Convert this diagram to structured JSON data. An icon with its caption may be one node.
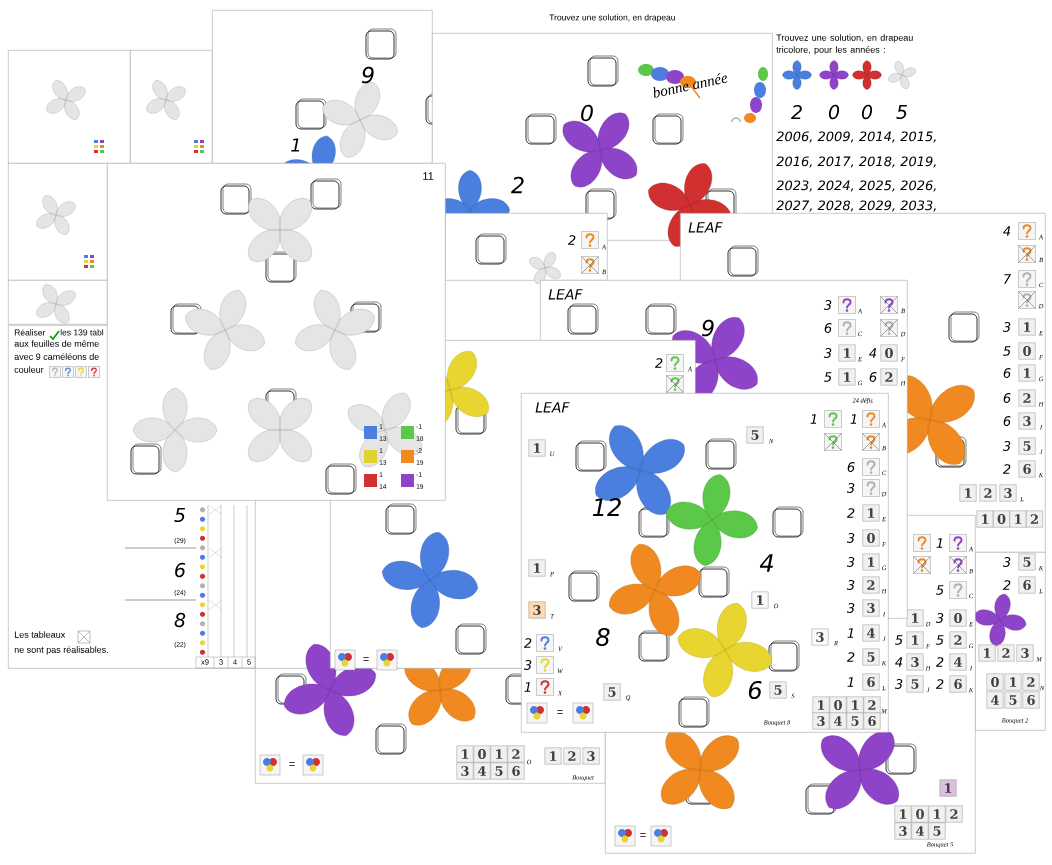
{
  "diagram": {
    "nodes": [
      {
        "text": [],
        "shape": "box"
      },
      {
        "text": [],
        "shape": "box"
      },
      {
        "text": [],
        "shape": "box"
      },
      {
        "text": [],
        "shape": "box"
      },
      {
        "text": [],
        "shape": "box"
      },
      {
        "text": [],
        "shape": "box"
      },
      {
        "text": [],
        "shape": "box"
      },
      {
        "text": [],
        "shape": "box"
      },
      {
        "text": [],
        "shape": "box"
      },
      {
        "text": [],
        "shape": "box"
      },
      {
        "text": [],
        "shape": "box"
      },
      {
        "text": [],
        "shape": "box"
      },
      {
        "text": [],
        "shape": "box"
      },
      {
        "text": [],
        "shape": "box"
      },
      {
        "text": [],
        "shape": "box"
      },
      {
        "text": [],
        "shape": "box"
      }
    ],
    "labels": [
      "Réaliser",
      "les 139 tabl",
      "aux feuilles de même",
      "avec 9 caméléons de",
      "couleur",
      "5",
      "(29)",
      "6",
      "(24)",
      "8",
      "(22)",
      "Les tableaux",
      "ne sont pas réalisables.",
      "x9",
      "3",
      "4",
      "5",
      "9",
      "1",
      "0",
      "2",
      "bonne année",
      "Trouvez une solution, en drapeau",
      "Trouvez une solution, en drapeau tricolore, pour les années :",
      "2",
      "0",
      "0",
      "5",
      "2006, 2009, 2014, 2015,",
      "2016, 2017, 2018, 2019,",
      "2023, 2024, 2025, 2026,",
      "2027, 2028, 2029, 2033,",
      "2",
      "A",
      "B",
      "LEAF",
      "4",
      "A",
      "B",
      "7",
      "C",
      "D",
      "3",
      "1",
      "E",
      "5",
      "0",
      "F",
      "6",
      "1",
      "G",
      "6",
      "2",
      "H",
      "6",
      "3",
      "I",
      "3",
      "5",
      "J",
      "2",
      "6",
      "K",
      "1",
      "2",
      "3",
      "L",
      "1",
      "0",
      "1",
      "2",
      "=",
      "1",
      "0",
      "1",
      "2",
      "O",
      "3",
      "4",
      "5",
      "6",
      "1",
      "2",
      "3",
      "Bouquet",
      "3",
      "5",
      "K",
      "2",
      "6",
      "L",
      "1",
      "2",
      "3",
      "M",
      "0",
      "1",
      "2",
      "N",
      "4",
      "5",
      "6",
      "Bouquet 2",
      "1",
      "A",
      "B",
      "5",
      "C",
      "1",
      "D",
      "3",
      "0",
      "E",
      "5",
      "1",
      "F",
      "5",
      "2",
      "G",
      "4",
      "3",
      "H",
      "2",
      "4",
      "I",
      "3",
      "5",
      "J",
      "2",
      "6",
      "K",
      "1",
      "1",
      "0",
      "1",
      "2",
      "3",
      "4",
      "5",
      "=",
      "Bouquet 5",
      "LEAF",
      "9",
      "3",
      "A",
      "B",
      "6",
      "C",
      "D",
      "3",
      "1",
      "E",
      "4",
      "0",
      "F",
      "5",
      "1",
      "G",
      "6",
      "2",
      "H",
      "2",
      "A",
      "=",
      "11",
      "LEAF",
      "24 défis",
      "1",
      "1",
      "A",
      "B",
      "6",
      "C",
      "3",
      "D",
      "2",
      "1",
      "E",
      "3",
      "0",
      "F",
      "3",
      "1",
      "G",
      "3",
      "2",
      "H",
      "3",
      "3",
      "I",
      "1",
      "4",
      "J",
      "2",
      "5",
      "K",
      "1",
      "6",
      "L",
      "1",
      "0",
      "1",
      "2",
      "M",
      "3",
      "4",
      "5",
      "6",
      "Bouquet 8",
      "5",
      "N",
      "1",
      "U",
      "12",
      "4",
      "1",
      "P",
      "1",
      "O",
      "3",
      "T",
      "8",
      "3",
      "R",
      "2",
      "V",
      "3",
      "W",
      "1",
      "X",
      "5",
      "Q",
      "6",
      "5",
      "S",
      "="
    ],
    "legend": [
      {
        "text": "1 13",
        "color": "#4a7fe0"
      },
      {
        "text": "-1 18",
        "color": "#5cc84a"
      },
      {
        "text": "1 13",
        "color": "#e0d030"
      },
      {
        "text": "-2 19",
        "color": "#f08a20"
      },
      {
        "text": "1 14",
        "color": "#d03030"
      },
      {
        "text": "-1 19",
        "color": "#8e44c8"
      }
    ]
  }
}
